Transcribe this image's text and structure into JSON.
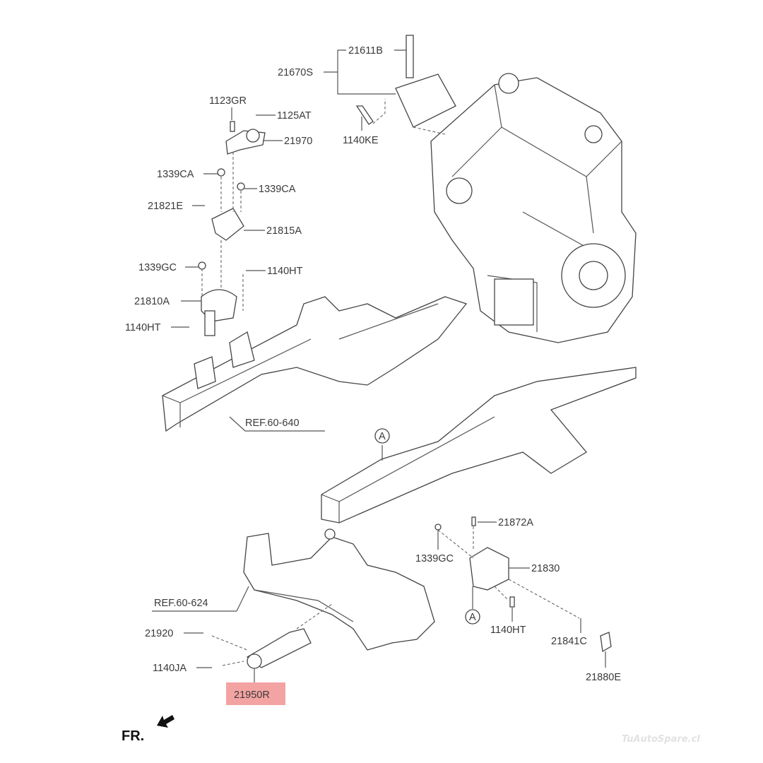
{
  "watermark": "TuAutoSpare.cl",
  "colors": {
    "highlight": "#f4a3a3",
    "line": "#444444"
  },
  "labels": {
    "p21611B": "21611B",
    "p21670S": "21670S",
    "p1140KE": "1140KE",
    "p1123GR": "1123GR",
    "p1125AT": "1125AT",
    "p21970": "21970",
    "p1339CA_a": "1339CA",
    "p1339CA_b": "1339CA",
    "p21821E": "21821E",
    "p21815A": "21815A",
    "p1339GC_a": "1339GC",
    "p1140HT_a": "1140HT",
    "p21810A": "21810A",
    "p1140HT_b": "1140HT",
    "ref60640": "REF.60-640",
    "markerA_1": "A",
    "p21872A": "21872A",
    "p1339GC_b": "1339GC",
    "p21830": "21830",
    "ref60624": "REF.60-624",
    "p21920": "21920",
    "p1140JA": "1140JA",
    "p21950R": "21950R",
    "markerA_2": "A",
    "p1140HT_c": "1140HT",
    "p21841C": "21841C",
    "p21880E": "21880E",
    "front": "FR."
  }
}
